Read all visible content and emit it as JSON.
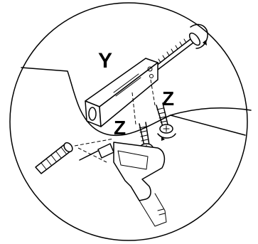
{
  "labels": {
    "bracket": "Y",
    "screw_left": "Z",
    "screw_right": "Z"
  },
  "colors": {
    "line": "#000000",
    "background": "#ffffff"
  },
  "parts": {
    "bracket": "bracket",
    "screws": "screw",
    "wall_plug": "wall-plug",
    "drill": "power-drill",
    "rotation_arrows": "rotation-arrow"
  }
}
